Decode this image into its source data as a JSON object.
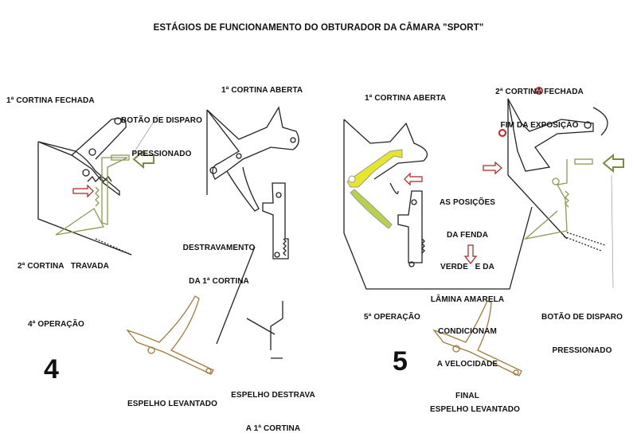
{
  "title": "ESTÁGIOS DE FUNCIONAMENTO DO OBTURADOR DA CÂMARA \"SPORT\"",
  "stage4": {
    "first_curtain_closed": "1ª CORTINA FECHADA",
    "release_button_line1": "BOTÃO DE DISPARO",
    "release_button_line2": "PRESSIONADO",
    "first_curtain_open": "1ª CORTINA ABERTA",
    "unlock_line1": "DESTRAVAMENTO",
    "unlock_line2": "DA 1ª CORTINA",
    "second_curtain_locked": "2ª CORTINA   TRAVADA",
    "operation": "4ª OPERAÇÃO",
    "number": "4",
    "mirror_release_line1": "ESPELHO DESTRAVA",
    "mirror_release_line2": "A 1ª CORTINA",
    "mirror_raised": "ESPELHO LEVANTADO"
  },
  "stage5": {
    "first_curtain_open": "1ª CORTINA ABERTA",
    "second_curtain_closed_line1": "2ª CORTINA FECHADA",
    "second_curtain_closed_line2": "FIM DA EXPOSIÇÃO",
    "note_lines": [
      "AS POSIÇÕES",
      "DA FENDA",
      "VERDE   E DA",
      "LÂMINA AMARELA",
      "CONDICIONAM",
      "A VELOCIDADE",
      "FINAL"
    ],
    "release_button_line1": "BOTÃO DE DISPARO",
    "release_button_line2": "PRESSIONADO",
    "operation": "5ª OPERAÇÃO",
    "number": "5",
    "mirror_raised": "ESPELHO LEVANTADO"
  },
  "colors": {
    "line": "#222222",
    "green": "#8a9a50",
    "yellow": "#e6e62a",
    "red": "#b02020",
    "mirror": "#a07a3a"
  }
}
